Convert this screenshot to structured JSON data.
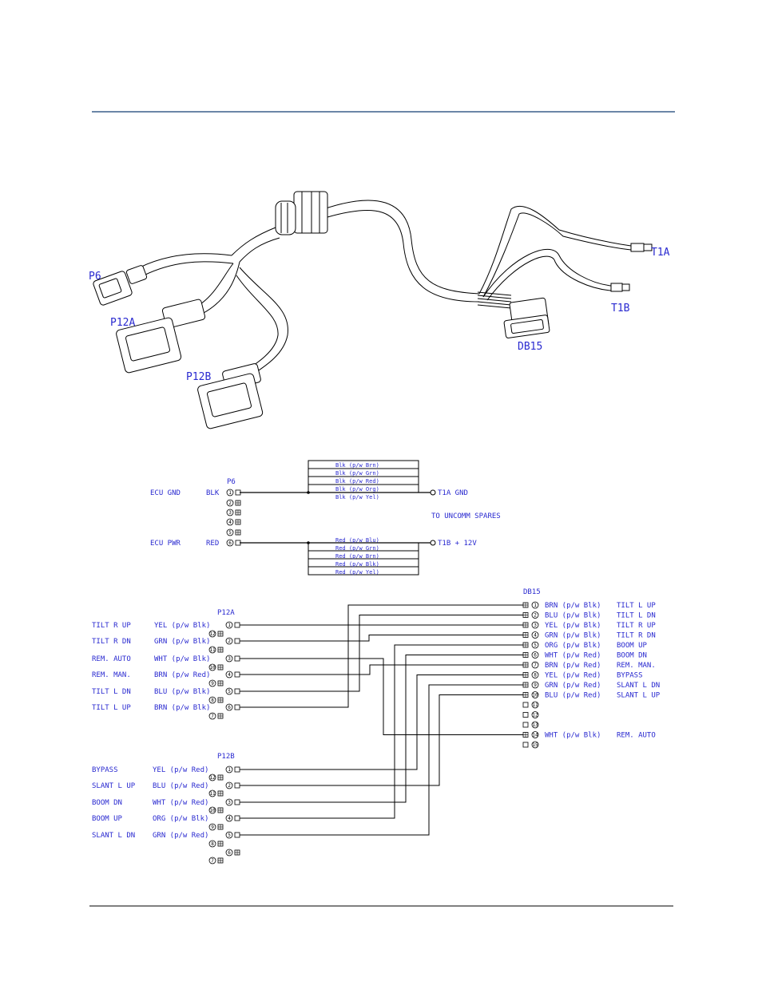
{
  "colors": {
    "header_rule": "#3a5f8a",
    "label": "#2a2ad0",
    "line": "#000000"
  },
  "illustration": {
    "p6": "P6",
    "p12a": "P12A",
    "p12b": "P12B",
    "db15": "DB15",
    "t1a": "T1A",
    "t1b": "T1B"
  },
  "power": {
    "connector": "P6",
    "gnd_left": "ECU GND",
    "gnd_color": "BLK",
    "pwr_left": "ECU PWR",
    "pwr_color": "RED",
    "gnd_bus": [
      "Blk (p/w Brn)",
      "Blk (p/w Grn)",
      "Blk (p/w Red)",
      "Blk (p/w Org)",
      "Blk (p/w Yel)"
    ],
    "pwr_bus": [
      "Red (p/w Blu)",
      "Red (p/w Grn)",
      "Red (p/w Brn)",
      "Red (p/w Blk)",
      "Red (p/w Yel)"
    ],
    "gnd_right": "T1A  GND",
    "spares": "TO UNCOMM SPARES",
    "pwr_right": "T1B  + 12V"
  },
  "p12a": {
    "title": "P12A",
    "rows": [
      {
        "func": "TILT R UP",
        "wire": "YEL (p/w Blk)",
        "pin": "1"
      },
      {
        "func": "TILT R DN",
        "wire": "GRN (p/w Blk)",
        "pin": "2"
      },
      {
        "func": "REM. AUTO",
        "wire": "WHT (p/w Blk)",
        "pin": "3"
      },
      {
        "func": "REM. MAN.",
        "wire": "BRN (p/w Red)",
        "pin": "4"
      },
      {
        "func": "TILT L DN",
        "wire": "BLU (p/w Blk)",
        "pin": "5"
      },
      {
        "func": "TILT L UP",
        "wire": "BRN (p/w Blk)",
        "pin": "6"
      }
    ],
    "spare_pins": [
      "12",
      "11",
      "10",
      "9",
      "8",
      "7"
    ]
  },
  "p12b": {
    "title": "P12B",
    "rows": [
      {
        "func": "BYPASS",
        "wire": "YEL (p/w Red)",
        "pin": "1"
      },
      {
        "func": "SLANT L UP",
        "wire": "BLU (p/w Red)",
        "pin": "2"
      },
      {
        "func": "BOOM DN",
        "wire": "WHT (p/w Red)",
        "pin": "3"
      },
      {
        "func": "BOOM UP",
        "wire": "ORG (p/w Blk)",
        "pin": "4"
      },
      {
        "func": "SLANT L DN",
        "wire": "GRN (p/w Red)",
        "pin": "5"
      }
    ],
    "spare_pins": [
      "12",
      "11",
      "10",
      "9",
      "8",
      "6",
      "7"
    ]
  },
  "db15": {
    "title": "DB15",
    "rows": [
      {
        "pin": "1",
        "wire": "BRN (p/w Blk)",
        "func": "TILT L UP"
      },
      {
        "pin": "2",
        "wire": "BLU (p/w Blk)",
        "func": "TILT L DN"
      },
      {
        "pin": "3",
        "wire": "YEL (p/w Blk)",
        "func": "TILT R UP"
      },
      {
        "pin": "4",
        "wire": "GRN (p/w Blk)",
        "func": "TILT R DN"
      },
      {
        "pin": "5",
        "wire": "ORG (p/w Blk)",
        "func": "BOOM UP"
      },
      {
        "pin": "6",
        "wire": "WHT (p/w Red)",
        "func": "BOOM DN"
      },
      {
        "pin": "7",
        "wire": "BRN (p/w Red)",
        "func": "REM. MAN."
      },
      {
        "pin": "8",
        "wire": "YEL (p/w Red)",
        "func": "BYPASS"
      },
      {
        "pin": "9",
        "wire": "GRN (p/w Red)",
        "func": "SLANT L DN"
      },
      {
        "pin": "10",
        "wire": "BLU (p/w Red)",
        "func": "SLANT L UP"
      },
      {
        "pin": "11",
        "wire": "",
        "func": ""
      },
      {
        "pin": "12",
        "wire": "",
        "func": ""
      },
      {
        "pin": "13",
        "wire": "",
        "func": ""
      },
      {
        "pin": "14",
        "wire": "WHT (p/w Blk)",
        "func": "REM. AUTO"
      },
      {
        "pin": "15",
        "wire": "",
        "func": ""
      }
    ]
  }
}
